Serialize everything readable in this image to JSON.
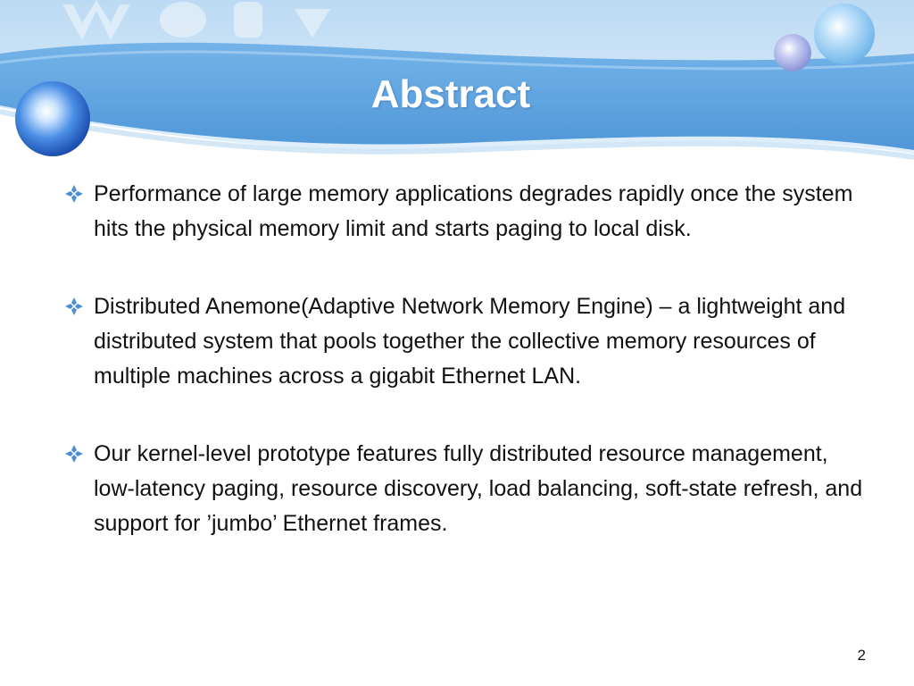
{
  "slide": {
    "title": "Abstract",
    "bullets": [
      {
        "text": "Performance of large memory applications degrades rapidly once the system hits the physical memory limit and starts paging to local disk."
      },
      {
        "text": "Distributed Anemone(Adaptive Network Memory Engine) – a lightweight and distributed system that pools together the collective memory resources of multiple machines across a gigabit Ethernet LAN."
      },
      {
        "text": "Our kernel-level prototype features fully distributed resource management, low-latency paging, resource discovery, load balancing, soft-state refresh, and support for ’jumbo’ Ethernet frames."
      }
    ],
    "page_number": "2",
    "bullet_icon": "diamond-four-petal-icon",
    "colors": {
      "band": "#5ea4de",
      "band_light": "#cfe4f6",
      "bullet": "#4d8fd6",
      "title_text": "#ffffff",
      "body_text": "#111111"
    }
  }
}
